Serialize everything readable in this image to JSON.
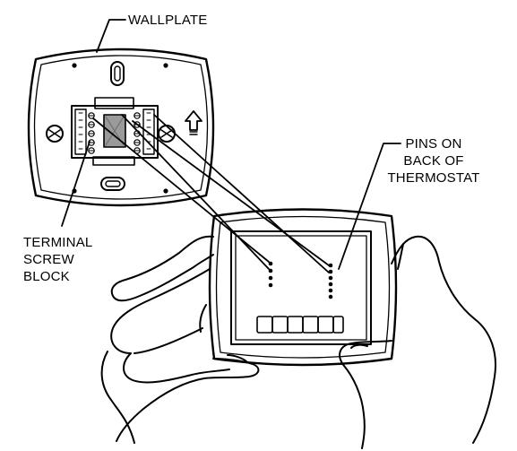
{
  "labels": {
    "wallplate": "WALLPLATE",
    "pins_line1": "PINS ON",
    "pins_line2": "BACK OF",
    "pins_line3": "THERMOSTAT",
    "terminal_line1": "TERMINAL",
    "terminal_line2": "SCREW",
    "terminal_line3": "BLOCK"
  },
  "colors": {
    "ink": "#000000",
    "paper": "#ffffff",
    "screw_block_fill": "#9a9a9a"
  }
}
